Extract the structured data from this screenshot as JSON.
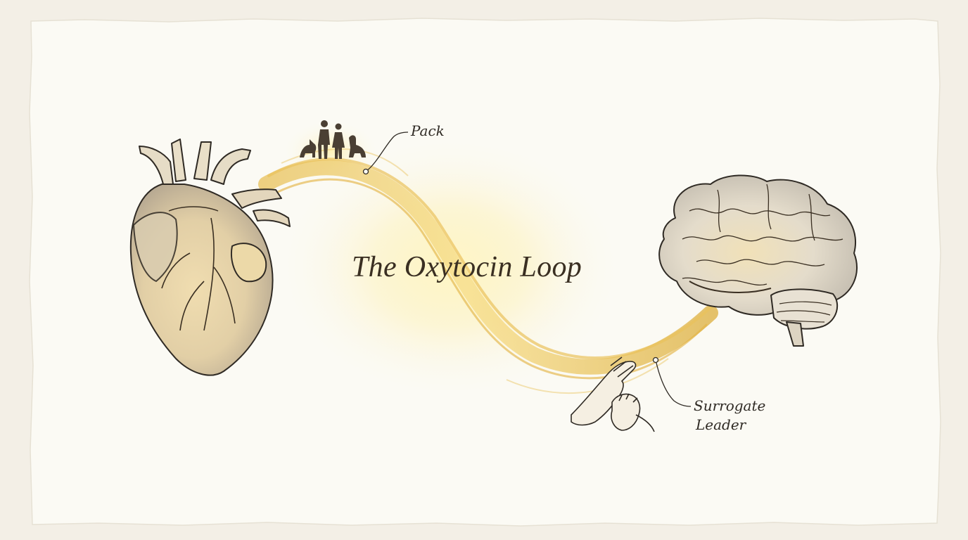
{
  "diagram": {
    "title": "The Oxytocin Loop",
    "nodes": {
      "heart": {
        "icon": "anatomical-heart-icon"
      },
      "brain": {
        "icon": "human-brain-icon"
      },
      "pack": {
        "label": "Pack",
        "icon": "family-with-dogs-icon"
      },
      "surrogate_leader": {
        "label_line1": "Surrogate",
        "label_line2": "Leader",
        "icon": "hand-and-paw-icon"
      }
    },
    "colors": {
      "paper": "#fbfaf4",
      "background": "#f3efe6",
      "ribbon_gold": "#e6b94a",
      "glow": "#fff2b8",
      "ink": "#2f2a24"
    }
  }
}
